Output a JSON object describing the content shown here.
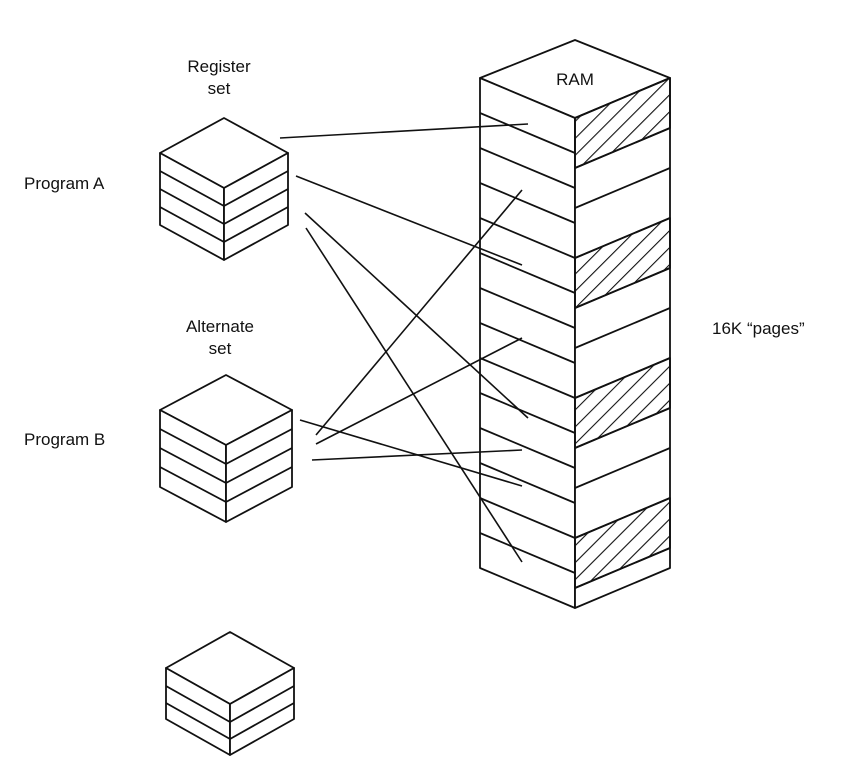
{
  "labels": {
    "register_set_line1": "Register",
    "register_set_line2": "set",
    "alternate_set_line1": "Alternate",
    "alternate_set_line2": "set",
    "program_a": "Program A",
    "program_b": "Program B",
    "ram": "RAM",
    "pages": "16K “pages”"
  },
  "colors": {
    "ink": "#111111",
    "background": "#ffffff"
  }
}
